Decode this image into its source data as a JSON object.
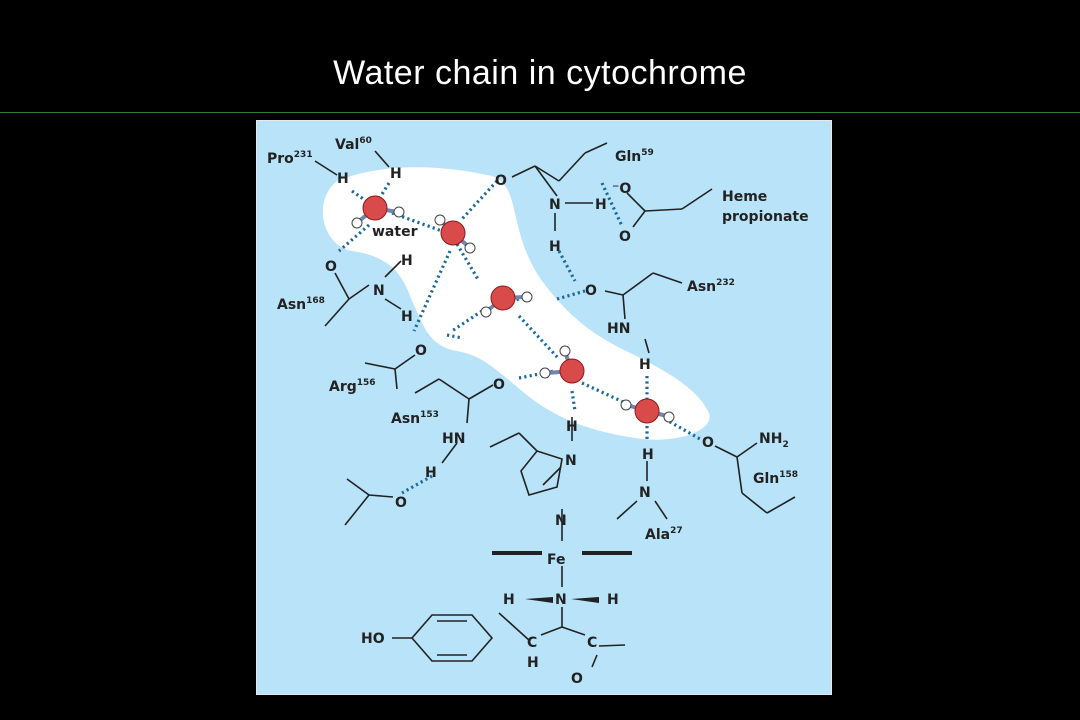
{
  "slide": {
    "title": "Water chain in cytochrome"
  },
  "diagram": {
    "colors": {
      "background": "#b9e3f8",
      "water_region": "#ffffff",
      "hbond": "#1d6a9a",
      "oxygen": "#d94a4a"
    },
    "labels": {
      "pro231": "Pro",
      "pro231_num": "231",
      "val60": "Val",
      "val60_num": "60",
      "gln59": "Gln",
      "gln59_num": "59",
      "heme1": "Heme",
      "heme2": "propionate",
      "water": "water",
      "asn168": "Asn",
      "asn168_num": "168",
      "asn232": "Asn",
      "asn232_num": "232",
      "arg156": "Arg",
      "arg156_num": "156",
      "asn153": "Asn",
      "asn153_num": "153",
      "gln158": "Gln",
      "gln158_num": "158",
      "ala27": "Ala",
      "ala27_num": "27",
      "fe": "Fe",
      "ho": "HO",
      "nh2": "NH",
      "nh2_sub": "2",
      "o": "O",
      "n": "N",
      "h": "H",
      "hn": "HN",
      "c": "C",
      "o_minus": "⁻O"
    }
  }
}
